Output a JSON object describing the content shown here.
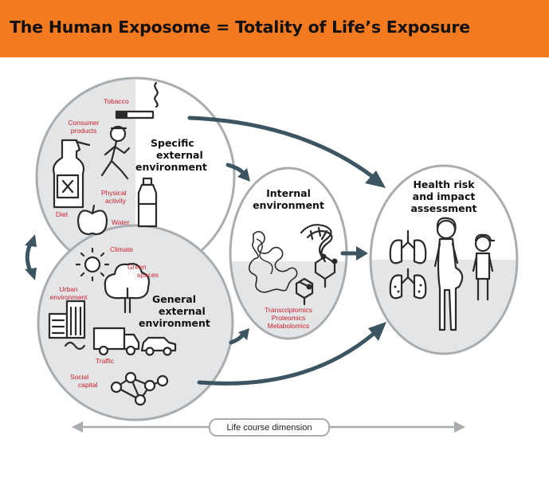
{
  "title": "The Human Exposome = Totality of Life’s Exposure",
  "specific": {
    "heading": [
      "Specific",
      "external",
      "environment"
    ],
    "labels": {
      "tobacco": "Tobacco",
      "consumer": [
        "Consumer",
        "products"
      ],
      "physical": [
        "Physical",
        "activity"
      ],
      "diet": "Diet",
      "water": "Water"
    }
  },
  "general": {
    "heading": [
      "General",
      "external",
      "environment"
    ],
    "labels": {
      "climate": "Climate",
      "green": [
        "Green",
        "spaces"
      ],
      "urban": [
        "Urban",
        "environment"
      ],
      "traffic": "Traffic",
      "social": [
        "Social",
        "capital"
      ]
    }
  },
  "internal": {
    "heading": [
      "Internal",
      "environment"
    ],
    "labels": [
      "Transcriptomics",
      "Proteomics",
      "Metabolomics"
    ]
  },
  "health": {
    "heading": [
      "Health risk",
      "and impact",
      "assessment"
    ]
  },
  "life_course": "Life course dimension",
  "colors": {
    "banner": "#f47a1f",
    "arrow": "#3d5560",
    "circle_fill": "#e4e5e7",
    "circle_border": "#a9adb0",
    "label_red": "#d0202e"
  },
  "icons": [
    "cigarette-icon",
    "spray-bottle-icon",
    "runner-icon",
    "water-bottle-icon",
    "apple-icon",
    "sun-icon",
    "tree-icon",
    "buildings-icon",
    "truck-icon",
    "car-icon",
    "network-icon",
    "protein-icon",
    "dna-icon",
    "molecule-icon",
    "lungs-icon",
    "pregnant-woman-icon",
    "child-icon"
  ]
}
